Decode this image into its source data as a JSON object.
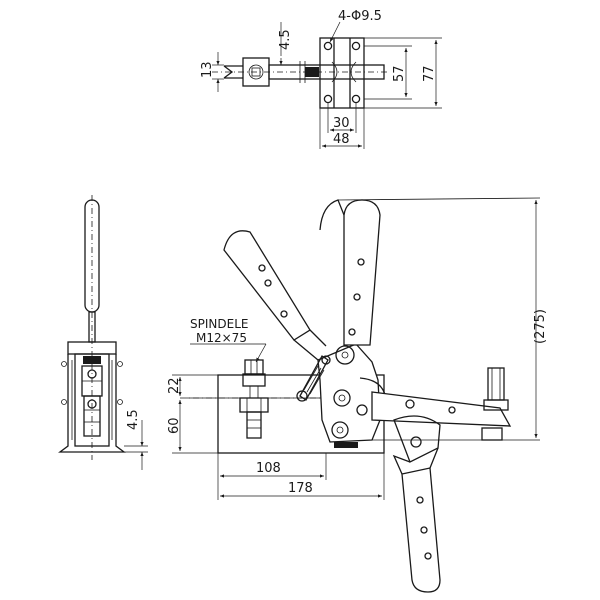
{
  "top_view": {
    "hole_callout": "4-Φ9.5",
    "dim_offset": "4.5",
    "dim_width": "13",
    "dim_hole_spacing": "57",
    "dim_base_height": "77",
    "dim_hole_pitch": "30",
    "dim_base_width": "48"
  },
  "side_view": {
    "dim_small": "4.5"
  },
  "front_view": {
    "spindle_label_line1": "SPINDELE",
    "spindle_label_line2": "M12×75",
    "dim_22": "22",
    "dim_60": "60",
    "dim_108": "108",
    "dim_178": "178",
    "dim_275": "(275)"
  }
}
